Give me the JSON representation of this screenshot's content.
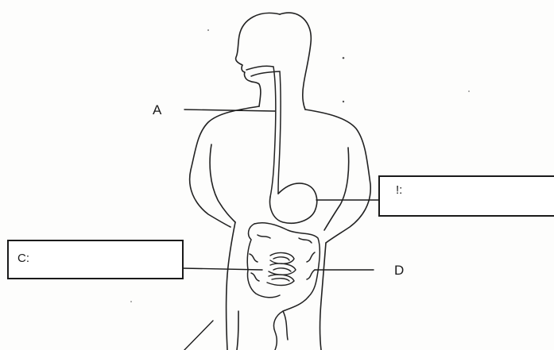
{
  "diagram": {
    "labels": {
      "a": "A",
      "d": "D"
    },
    "answer_boxes": {
      "b_partial_text": "!:",
      "c_text": "C:"
    }
  }
}
